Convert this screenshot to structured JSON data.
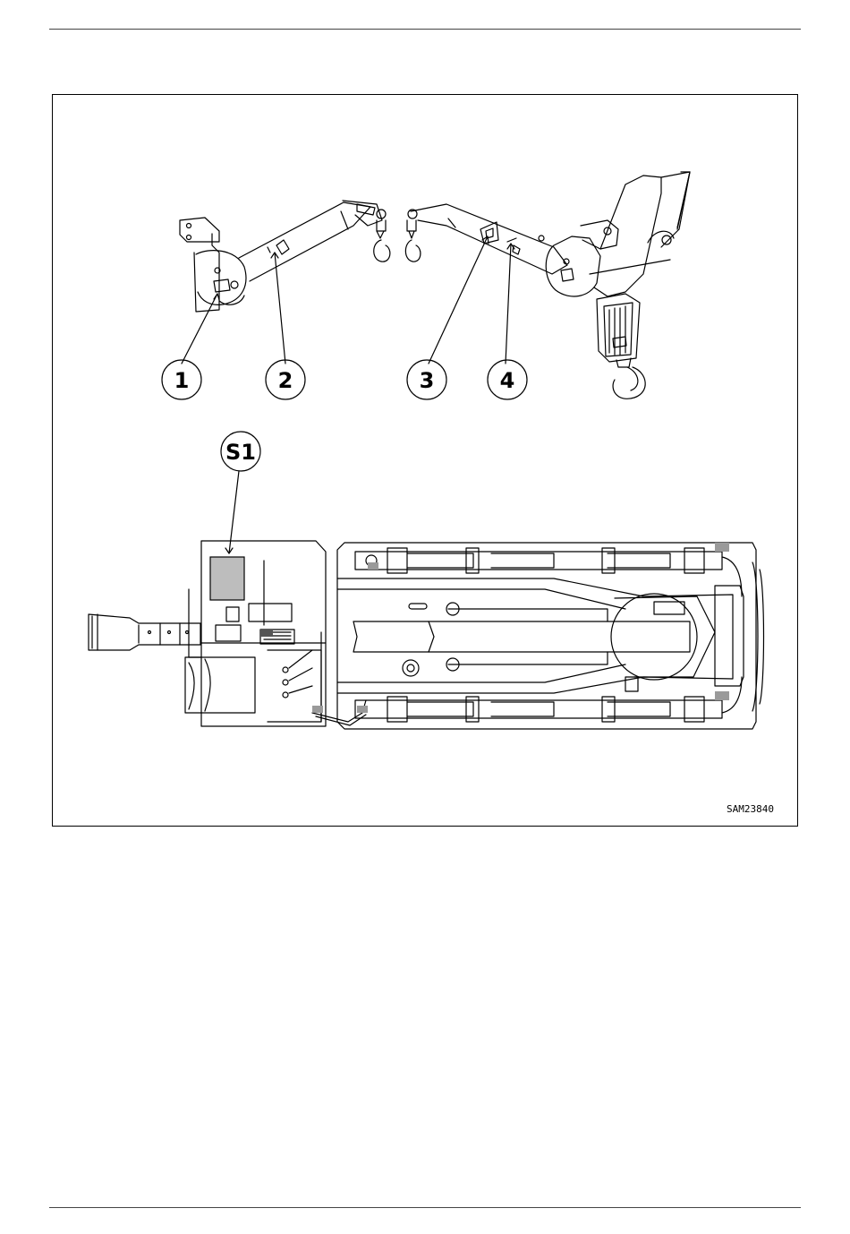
{
  "callouts": {
    "c1": "1",
    "c2": "2",
    "c3": "3",
    "c4": "4",
    "s1": "S1"
  },
  "figure_code": "SAM23840",
  "colors": {
    "line": "#000000",
    "highlight": "#bdbdbd",
    "label_fill": "#9a9a9a"
  }
}
